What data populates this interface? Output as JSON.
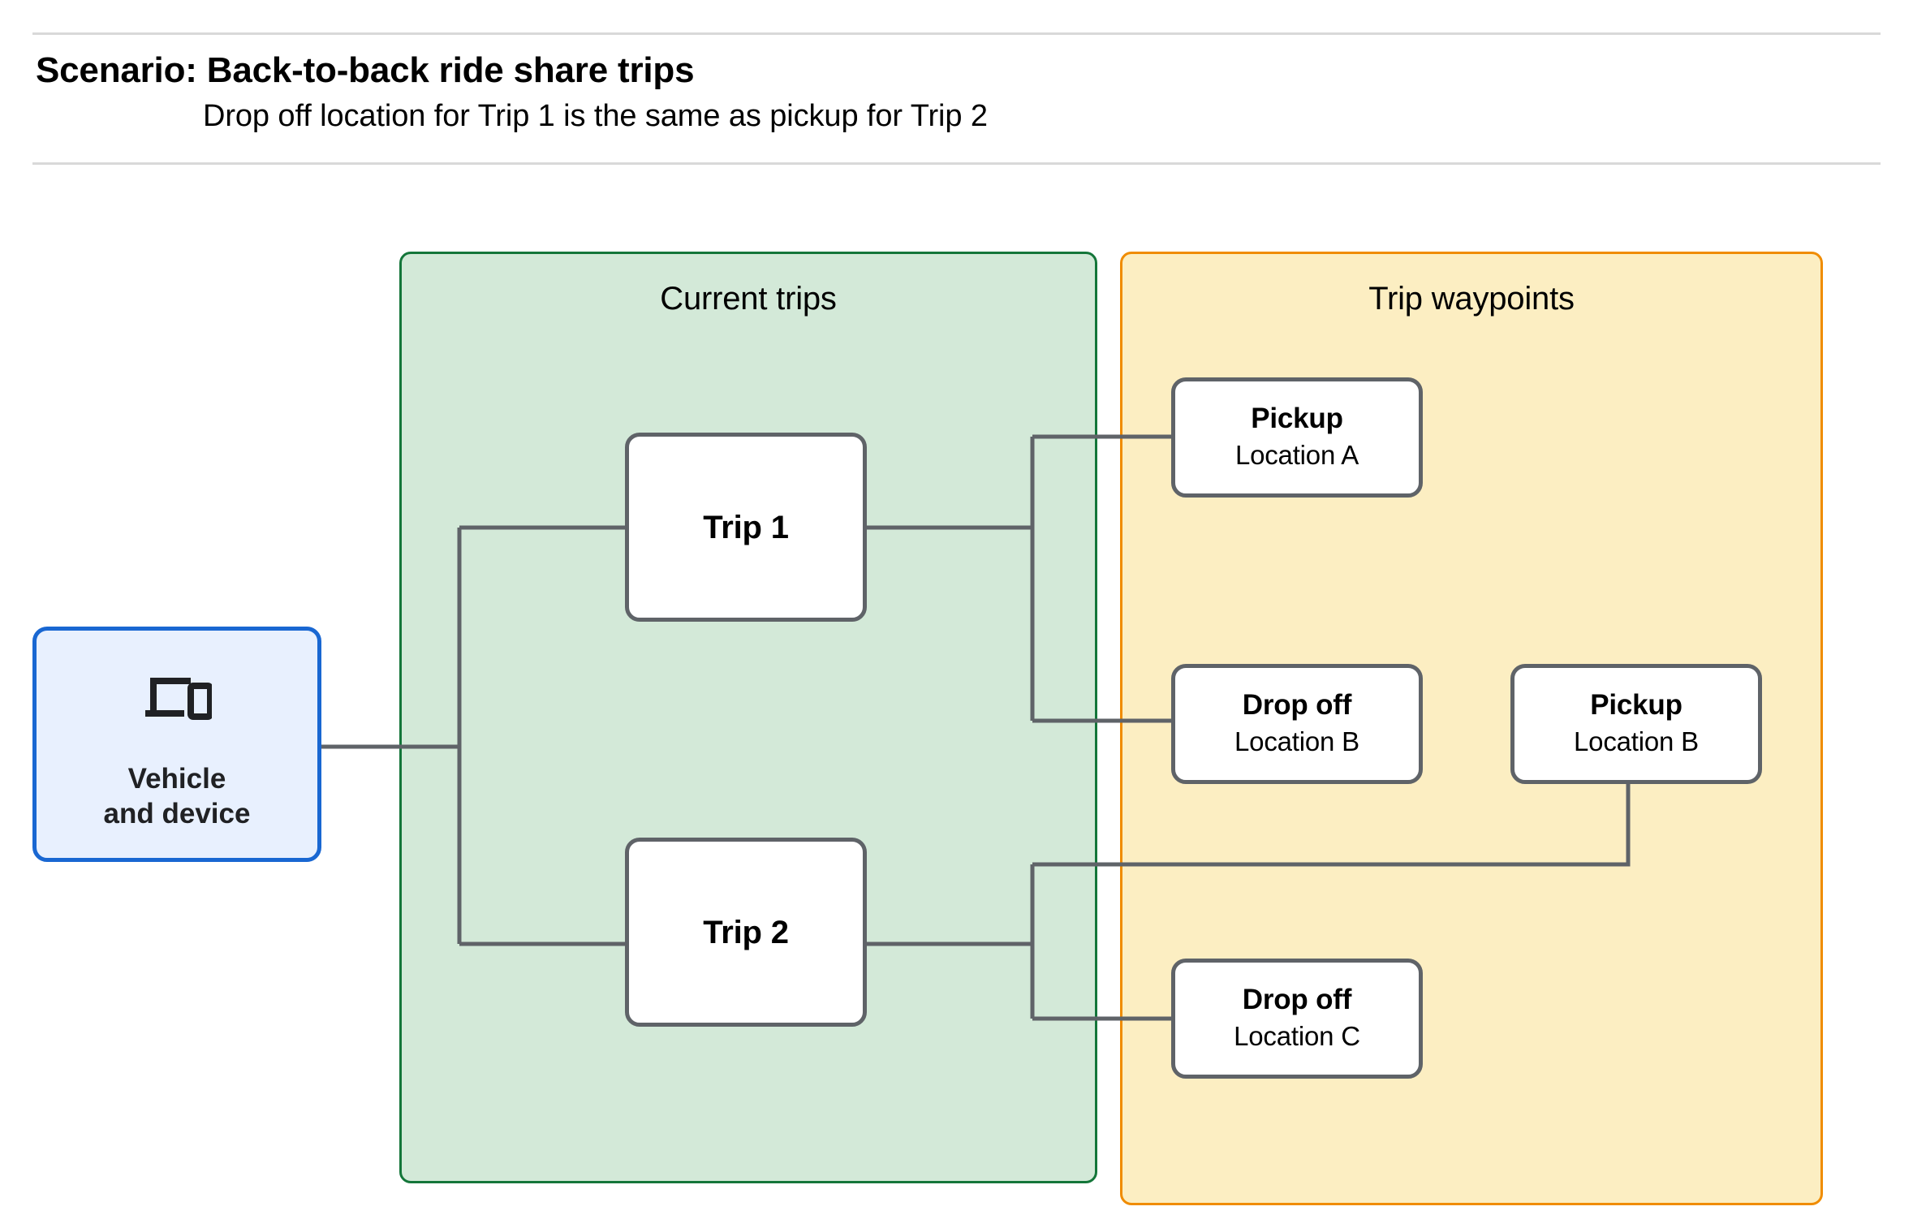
{
  "header": {
    "title": "Scenario: Back-to-back ride share trips",
    "subtitle": "Drop off  location for Trip 1 is the same as pickup for Trip 2"
  },
  "panels": {
    "current_trips": {
      "title": "Current trips",
      "fill": "#d3e9d8",
      "border": "#14763a"
    },
    "trip_waypoints": {
      "title": "Trip waypoints",
      "fill": "#fceec2",
      "border": "#f08c00"
    }
  },
  "nodes": {
    "vehicle": {
      "icon": "laptop-and-phone-icon",
      "line1": "Vehicle",
      "line2": "and device",
      "fill": "#e8f0fe",
      "border": "#1967d2"
    },
    "trip1": {
      "label": "Trip 1"
    },
    "trip2": {
      "label": "Trip 2"
    },
    "pickup_a": {
      "title": "Pickup",
      "subtitle": "Location A"
    },
    "dropoff_b": {
      "title": "Drop off",
      "subtitle": "Location B"
    },
    "pickup_b": {
      "title": "Pickup",
      "subtitle": "Location B"
    },
    "dropoff_c": {
      "title": "Drop off",
      "subtitle": "Location C"
    }
  },
  "edges": [
    {
      "from": "vehicle",
      "to": "trip1"
    },
    {
      "from": "vehicle",
      "to": "trip2"
    },
    {
      "from": "trip1",
      "to": "pickup_a"
    },
    {
      "from": "trip1",
      "to": "dropoff_b"
    },
    {
      "from": "trip2",
      "to": "pickup_b"
    },
    {
      "from": "trip2",
      "to": "dropoff_c"
    }
  ],
  "colors": {
    "connector": "#5f6368",
    "node_border": "#5f6368",
    "rule": "#d9d9d9",
    "page_background": "#ffffff"
  }
}
